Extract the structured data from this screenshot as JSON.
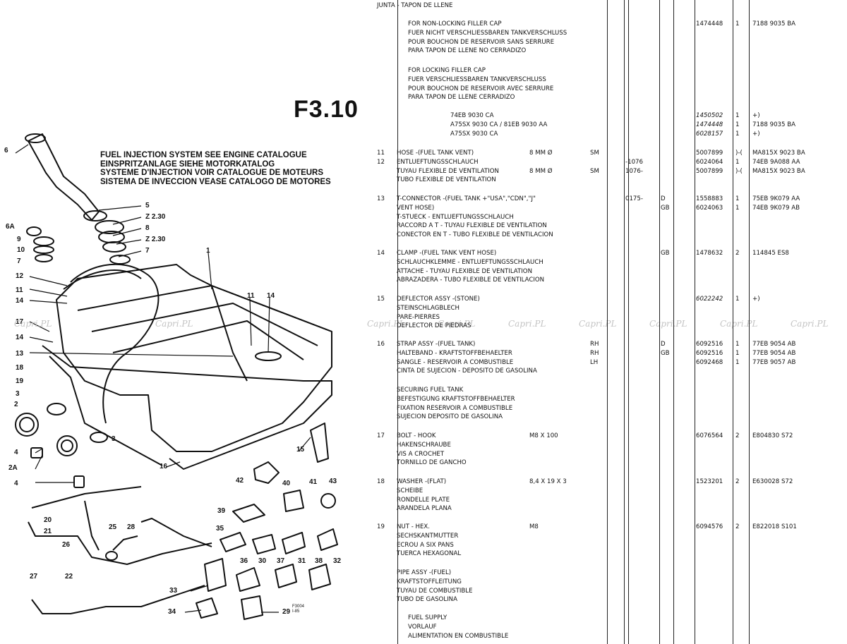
{
  "sheet_code": "F3.10",
  "notice_lines": [
    "FUEL INJECTION SYSTEM SEE ENGINE CATALOGUE",
    "EINSPRITZANLAGE SIEHE MOTORKATALOG",
    "SYSTEME D'INJECTION VOIR CATALOGUE DE MOTEURS",
    "SISTEMA DE INVECCION VEASE CATALOGO DE MOTORES"
  ],
  "diagram_ref": [
    "F3004",
    "I-85"
  ],
  "watermark": "Capri.PL",
  "callouts": [
    "6",
    "5",
    "Z 2.30",
    "8",
    "Z 2.30",
    "7",
    "6A",
    "9",
    "10",
    "7",
    "12",
    "11",
    "14",
    "17",
    "14",
    "13",
    "18",
    "19",
    "3",
    "2",
    "3",
    "4",
    "2A",
    "4",
    "1",
    "11",
    "14",
    "15",
    "16",
    "42",
    "40",
    "41",
    "43",
    "39",
    "35",
    "36",
    "30",
    "37",
    "31",
    "38",
    "32",
    "33",
    "34",
    "29",
    "25",
    "20",
    "21",
    "26",
    "27",
    "28",
    "22"
  ],
  "rows": [
    {
      "item": "",
      "lines": [
        "JUNTA - TAPON DE LLENE"
      ],
      "spec": "",
      "var": "",
      "date": "",
      "mkt": "",
      "part": "",
      "qty": "",
      "eng": ""
    },
    {
      "item": "",
      "lines": [
        "FOR NON-LOCKING FILLER CAP",
        "FUER NICHT VERSCHLIESSBAREN TANKVERSCHLUSS",
        "POUR BOUCHON DE RESERVOIR SANS SERRURE",
        "PARA TAPON DE LLENE NO CERRADIZO"
      ],
      "spec": "",
      "var": "",
      "date": "",
      "mkt": "",
      "part": "1474448",
      "qty": "1",
      "eng": "7188 9035 BA"
    },
    {
      "item": "",
      "lines": [
        "FOR LOCKING FILLER CAP",
        "FUER VERSCHLIESSBAREN TANKVERSCHLUSS",
        "POUR BOUCHON DE RESERVOIR AVEC SERRURE",
        "PARA TAPON DE LLENE CERRADIZO"
      ],
      "spec": "",
      "var": "",
      "date": "",
      "mkt": "",
      "part": "",
      "qty": "",
      "eng": ""
    },
    {
      "item": "",
      "lines": [
        "74EB 9030 CA",
        "A75SX 9030 CA / 81EB 9030 AA",
        "A75SX 9030 CA"
      ],
      "spec": "",
      "var": "",
      "date": "",
      "mkt": "",
      "part": "1450502\n1474448\n6028157",
      "qty": "1\n1\n1",
      "eng": "+)\n7188 9035 BA\n+)"
    },
    {
      "item": "11\n12",
      "lines": [
        "HOSE -(FUEL TANK VENT)",
        "ENTLUEFTUNGSSCHLAUCH",
        "TUYAU FLEXIBLE DE VENTILATION",
        "TUBO FLEXIBLE DE VENTILATION"
      ],
      "spec": "8 MM Ø\n\n8 MM Ø",
      "var": "SM\n\nSM",
      "date": "\n-1076\n1076-",
      "mkt": "",
      "part": "5007899\n6024064\n5007899",
      "qty": ")-(\n1\n)-(",
      "eng": "MA815X 9023 BA\n74EB 9A088 AA\nMA815X 9023 BA"
    },
    {
      "item": "13",
      "lines": [
        "T-CONNECTOR -(FUEL TANK +\"USA\",\"CDN\",\"J\"",
        "VENT HOSE)",
        "T-STUECK - ENTLUEFTUNGSSCHLAUCH",
        "RACCORD A T - TUYAU FLEXIBLE DE VENTILATION",
        "CONECTOR EN T - TUBO FLEXIBLE DE VENTILACION"
      ],
      "spec": "",
      "var": "",
      "date": "0175-",
      "mkt": "D\nGB",
      "part": "1558883\n6024063",
      "qty": "1\n1",
      "eng": "75EB 9K079 AA\n74EB 9K079 AB"
    },
    {
      "item": "14",
      "lines": [
        "CLAMP -(FUEL TANK VENT HOSE)",
        "SCHLAUCHKLEMME - ENTLUEFTUNGSSCHLAUCH",
        "ATTACHE - TUYAU FLEXIBLE DE VENTILATION",
        "ABRAZADERA - TUBO FLEXIBLE DE VENTILACION"
      ],
      "spec": "",
      "var": "",
      "date": "",
      "mkt": "GB",
      "part": "1478632",
      "qty": "2",
      "eng": "114845 ES8"
    },
    {
      "item": "15",
      "lines": [
        "DEFLECTOR ASSY -(STONE)",
        "STEINSCHLAGBLECH",
        "PARE-PIERRES",
        "DEFLECTOR DE PIEDRAS"
      ],
      "spec": "",
      "var": "",
      "date": "",
      "mkt": "",
      "part": "6022242",
      "qty": "1",
      "eng": "+)"
    },
    {
      "item": "16",
      "lines": [
        "STRAP ASSY -(FUEL TANK)",
        "HALTEBAND - KRAFTSTOFFBEHAELTER",
        "SANGLE - RESERVOIR A COMBUSTIBLE",
        "CINTA DE SUJECION - DEPOSITO DE GASOLINA"
      ],
      "spec": "",
      "var": "RH\nRH\nLH",
      "date": "",
      "mkt": "D\nGB",
      "part": "6092516\n6092516\n6092468",
      "qty": "1\n1\n1",
      "eng": "77EB 9054 AB\n77EB 9054 AB\n77EB 9057 AB"
    },
    {
      "item": "",
      "lines": [
        "SECURING FUEL TANK",
        "BEFESTIGUNG KRAFTSTOFFBEHAELTER",
        "FIXATION RESERVOIR A COMBUSTIBLE",
        "SUJECION DEPOSITO DE GASOLINA"
      ],
      "spec": "",
      "var": "",
      "date": "",
      "mkt": "",
      "part": "",
      "qty": "",
      "eng": ""
    },
    {
      "item": "17",
      "lines": [
        "BOLT - HOOK",
        "HAKENSCHRAUBE",
        "VIS A CROCHET",
        "TORNILLO DE GANCHO"
      ],
      "spec": "M8 X 100",
      "var": "",
      "date": "",
      "mkt": "",
      "part": "6076564",
      "qty": "2",
      "eng": "E804830 S72"
    },
    {
      "item": "18",
      "lines": [
        "WASHER -(FLAT)",
        "SCHEIBE",
        "RONDELLE PLATE",
        "ARANDELA PLANA"
      ],
      "spec": "8,4 X 19 X 3",
      "var": "",
      "date": "",
      "mkt": "",
      "part": "1523201",
      "qty": "2",
      "eng": "E630028 S72"
    },
    {
      "item": "19",
      "lines": [
        "NUT - HEX.",
        "SECHSKANTMUTTER",
        "ECROU A SIX PANS",
        "TUERCA HEXAGONAL"
      ],
      "spec": "M8",
      "var": "",
      "date": "",
      "mkt": "",
      "part": "6094576",
      "qty": "2",
      "eng": "E822018 S101"
    },
    {
      "item": "",
      "lines": [
        "PIPE ASSY -(FUEL)",
        "KRAFTSTOFFLEITUNG",
        "TUYAU DE COMBUSTIBLE",
        "TUBO DE GASOLINA"
      ],
      "spec": "",
      "var": "",
      "date": "",
      "mkt": "",
      "part": "",
      "qty": "",
      "eng": ""
    },
    {
      "item": "",
      "lines": [
        "FUEL SUPPLY",
        "VORLAUF",
        "ALIMENTATION EN COMBUSTIBLE"
      ],
      "spec": "",
      "var": "",
      "date": "",
      "mkt": "",
      "part": "",
      "qty": "",
      "eng": ""
    }
  ]
}
